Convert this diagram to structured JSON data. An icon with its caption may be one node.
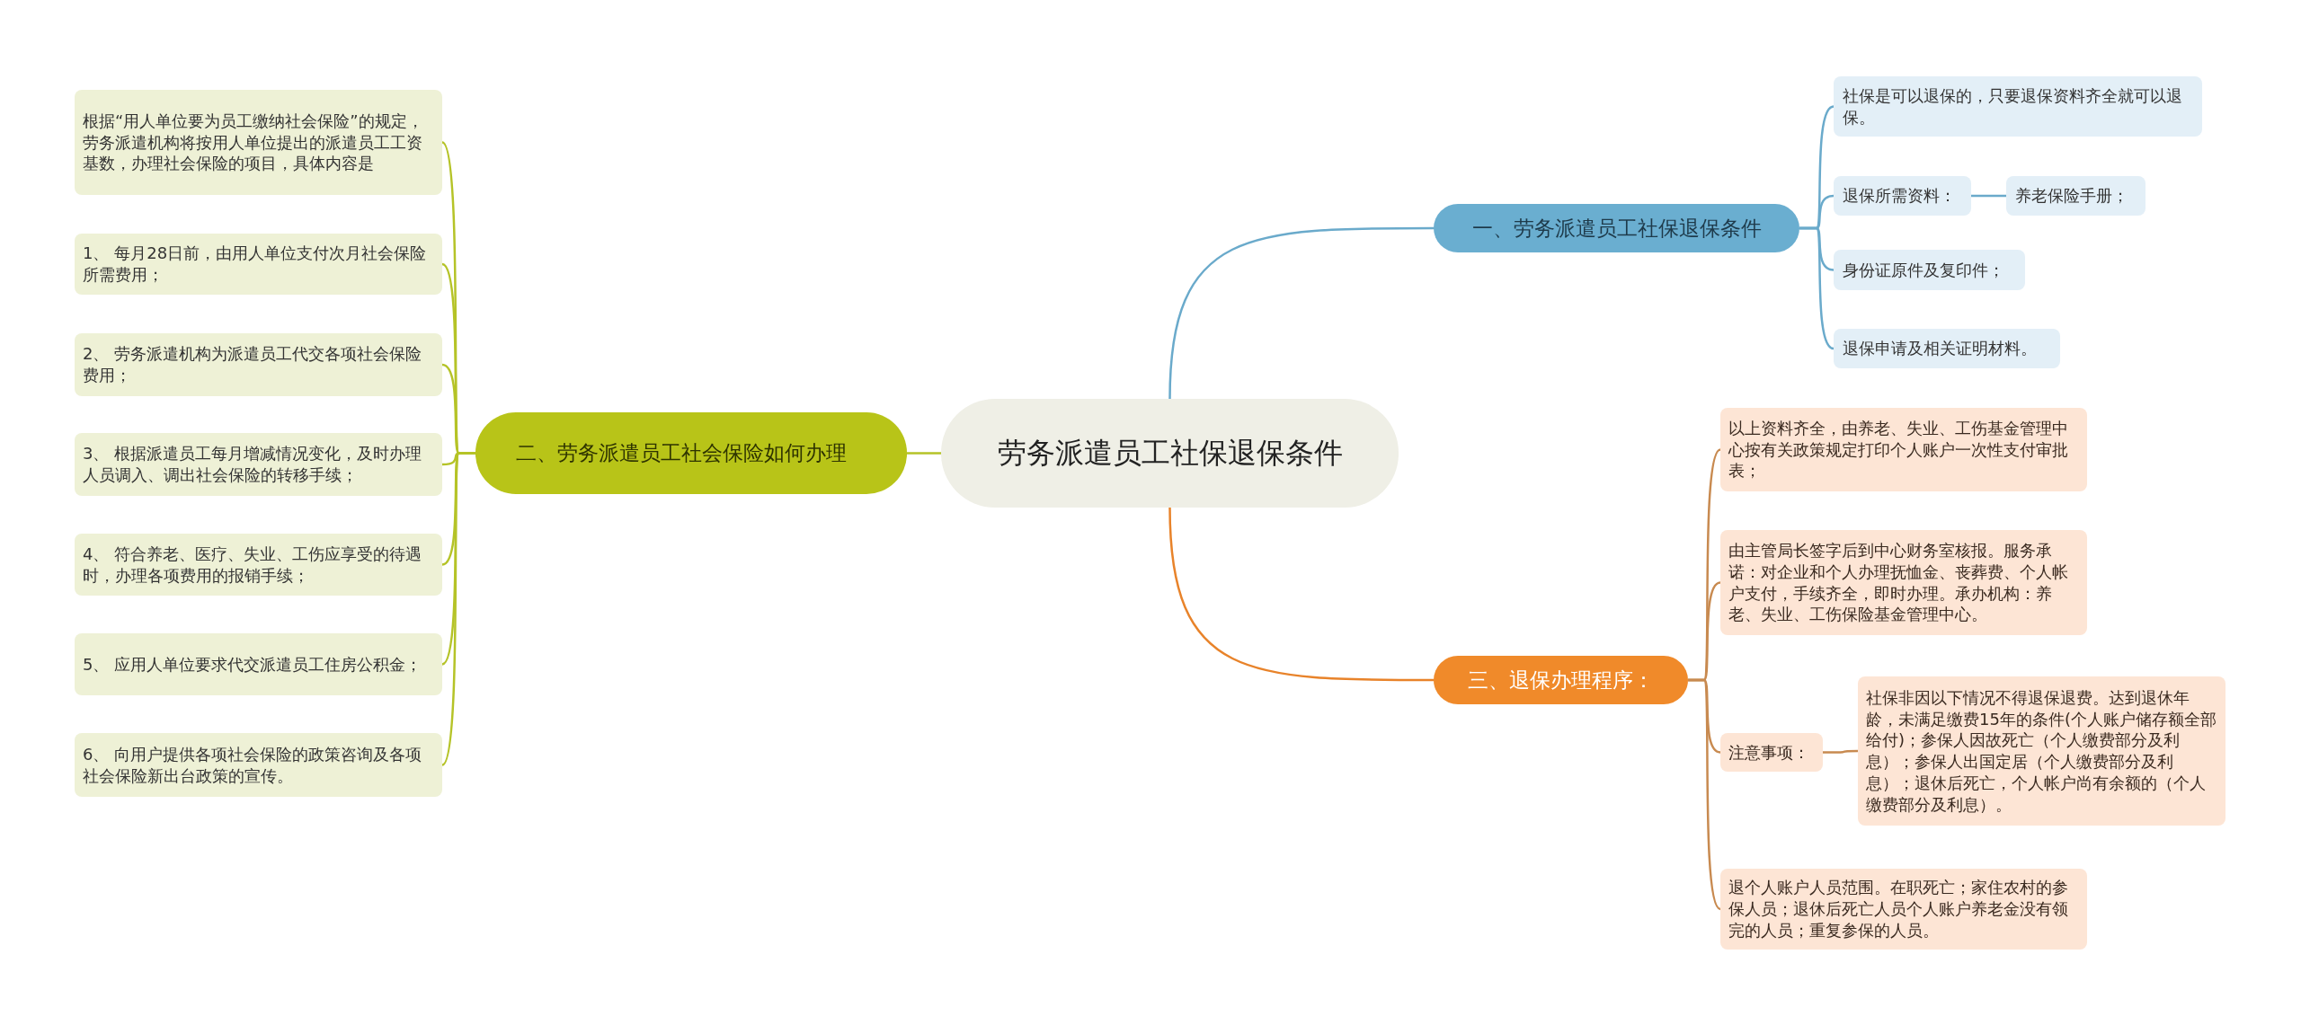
{
  "diagram": {
    "nodes": [
      {
        "text": [
          "劳务派遣员工社保退保条件"
        ]
      },
      {
        "text": [
          "一、劳务派遣员工社保退保条件"
        ]
      },
      {
        "text": [
          "社保是可以退保的，只要退保资料齐全就可以退保。"
        ]
      },
      {
        "text": [
          "退保所需资料："
        ]
      },
      {
        "text": [
          "养老保险手册；"
        ]
      },
      {
        "text": [
          "身份证原件及复印件；"
        ]
      },
      {
        "text": [
          "退保申请及相关证明材料。"
        ]
      },
      {
        "text": [
          "二、劳务派遣员工社会保险如何办理"
        ]
      },
      {
        "text": [
          "根据“用人单位要为员工缴纳社会保险”的规定，劳务派遣机构将按用人单位提出的派遣员工工资基数，办理社会保险的项目，具体内容是"
        ]
      },
      {
        "text": [
          "1、 每月28日前，由用人单位支付次月社会保险所需费用；"
        ]
      },
      {
        "text": [
          "2、 劳务派遣机构为派遣员工代交各项社会保险费用；"
        ]
      },
      {
        "text": [
          "3、 根据派遣员工每月增减情况变化，及时办理人员调入、调出社会保险的转移手续；"
        ]
      },
      {
        "text": [
          "4、 符合养老、医疗、失业、工伤应享受的待遇时，办理各项费用的报销手续；"
        ]
      },
      {
        "text": [
          "5、 应用人单位要求代交派遣员工住房公积金；"
        ]
      },
      {
        "text": [
          "6、 向用户提供各项社会保险的政策咨询及各项社会保险新出台政策的宣传。"
        ]
      },
      {
        "text": [
          "三、退保办理程序："
        ]
      },
      {
        "text": [
          "以上资料齐全，由养老、失业、工伤基金管理中心按有关政策规定打印个人账户一次性支付审批表；"
        ]
      },
      {
        "text": [
          "由主管局长签字后到中心财务室核报。服务承诺：对企业和个人办理抚恤金、丧葬费、个人帐户支付，手续齐全，即时办理。承办机构：养老、失业、工伤保险基金管理中心。"
        ]
      },
      {
        "text": [
          "注意事项："
        ]
      },
      {
        "text": [
          "社保非因以下情况不得退保退费。达到退休年龄，未满足缴费15年的条件(个人账户储存额全部给付)；参保人因故死亡（个人缴费部分及利息）；参保人出国定居（个人缴费部分及利息）；退休后死亡，个人帐户尚有余额的（个人缴费部分及利息）。"
        ]
      },
      {
        "text": [
          "退个人账户人员范围。在职死亡；家住农村的参保人员；退休后死亡人员个人账户养老金没有领完的人员；重复参保的人员。"
        ]
      }
    ],
    "edges": [
      {
        "from": 0,
        "to": 1,
        "arrow": "none",
        "color": "#6aaacb"
      },
      {
        "from": 1,
        "to": 2,
        "arrow": "none",
        "color": "#6aaacb"
      },
      {
        "from": 1,
        "to": 3,
        "arrow": "none",
        "color": "#6aaacb"
      },
      {
        "from": 3,
        "to": 4,
        "arrow": "none",
        "color": "#6aaacb"
      },
      {
        "from": 1,
        "to": 5,
        "arrow": "none",
        "color": "#6aaacb"
      },
      {
        "from": 1,
        "to": 6,
        "arrow": "none",
        "color": "#6aaacb"
      },
      {
        "from": 0,
        "to": 7,
        "arrow": "none"
      },
      {
        "from": 7,
        "to": 8,
        "arrow": "none"
      },
      {
        "from": 7,
        "to": 9,
        "arrow": "none"
      },
      {
        "from": 7,
        "to": 10,
        "arrow": "none"
      },
      {
        "from": 7,
        "to": 11,
        "arrow": "none"
      },
      {
        "from": 7,
        "to": 12,
        "arrow": "none"
      },
      {
        "from": 7,
        "to": 13,
        "arrow": "none"
      },
      {
        "from": 7,
        "to": 14,
        "arrow": "none"
      },
      {
        "from": 0,
        "to": 15,
        "arrow": "none",
        "color": "#e8832a"
      },
      {
        "from": 15,
        "to": 16,
        "arrow": "none",
        "color": "#c88a50"
      },
      {
        "from": 15,
        "to": 17,
        "arrow": "none",
        "color": "#c88a50"
      },
      {
        "from": 15,
        "to": 18,
        "arrow": "none",
        "color": "#c88a50"
      },
      {
        "from": 18,
        "to": 19,
        "arrow": "none",
        "color": "#c88a50"
      },
      {
        "from": 15,
        "to": 20,
        "arrow": "none",
        "color": "#c88a50"
      }
    ]
  }
}
